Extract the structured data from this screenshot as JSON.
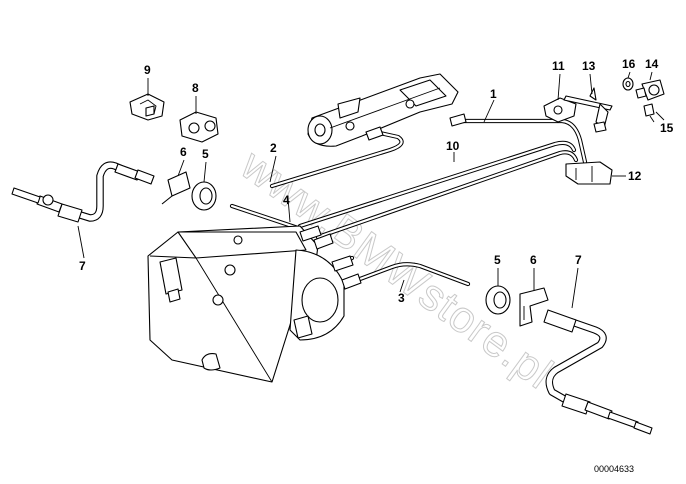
{
  "watermark": "www.BMWstore.pl",
  "document_number": "00004633",
  "callouts": {
    "c1": "1",
    "c2": "2",
    "c3": "3",
    "c4": "4",
    "c5a": "5",
    "c5b": "5",
    "c6a": "6",
    "c6b": "6",
    "c7a": "7",
    "c7b": "7",
    "c8": "8",
    "c9": "9",
    "c10": "10",
    "c11": "11",
    "c12": "12",
    "c13": "13",
    "c14": "14",
    "c15": "15",
    "c16": "16"
  }
}
